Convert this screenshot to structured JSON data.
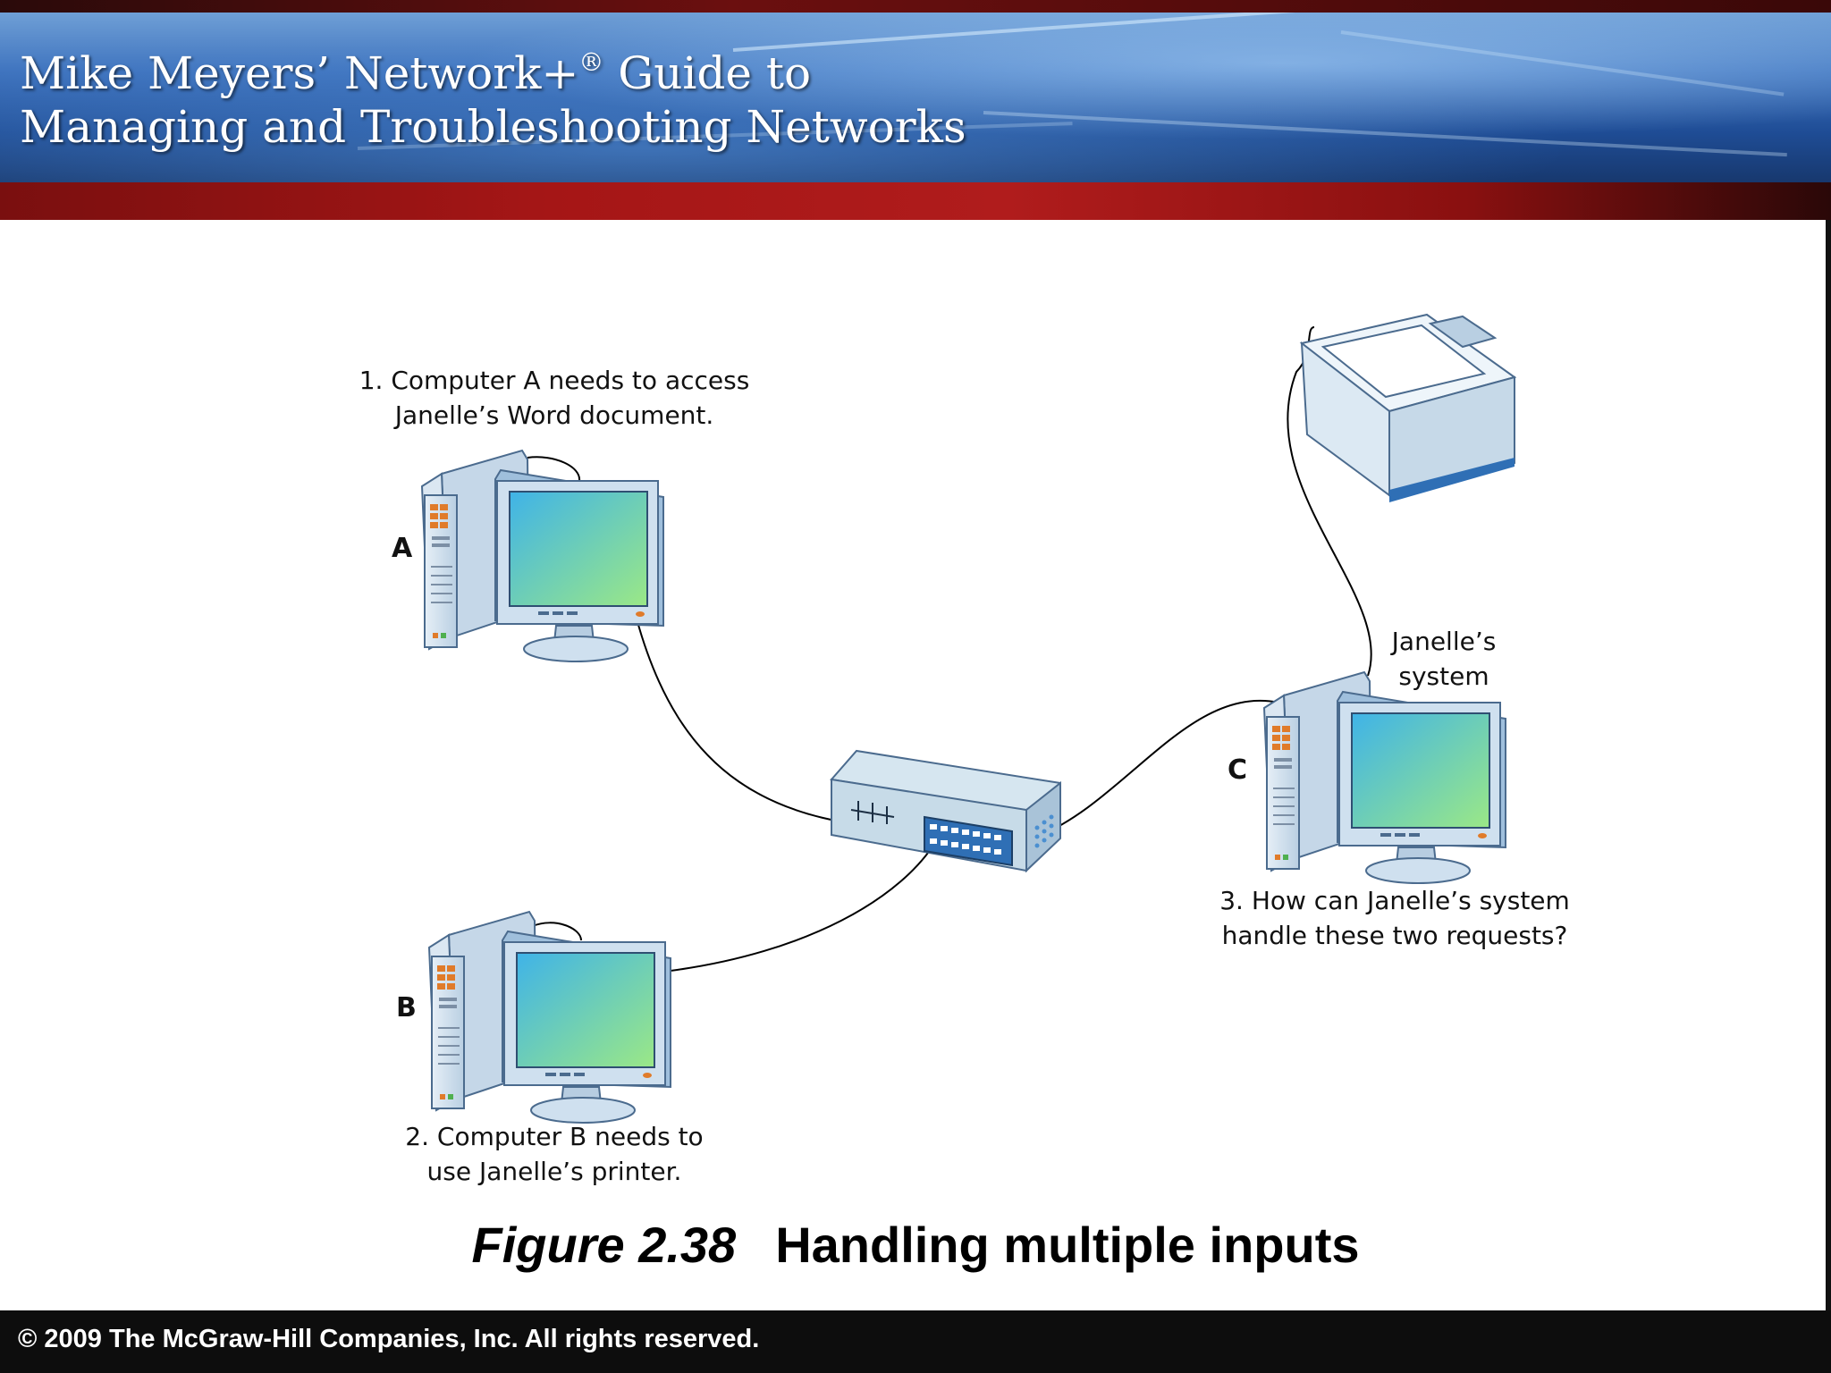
{
  "header": {
    "title_line1_a": "Mike Meyers’ Network+",
    "title_line1_sup": "®",
    "title_line1_b": " Guide to",
    "title_line2": "Managing and Troubleshooting Networks"
  },
  "diagram": {
    "label_step1_line1": "1. Computer A needs to access",
    "label_step1_line2": "Janelle’s Word document.",
    "label_step2_line1": "2. Computer B needs to",
    "label_step2_line2": "use Janelle’s printer.",
    "label_step3_line1": "3. How can Janelle’s system",
    "label_step3_line2": "handle these two requests?",
    "label_janelle_line1": "Janelle’s",
    "label_janelle_line2": "system",
    "computer_a": "A",
    "computer_b": "B",
    "computer_c": "C"
  },
  "caption": {
    "figure_number": "Figure 2.38",
    "figure_title": "Handling multiple inputs"
  },
  "footer": {
    "copyright": "© 2009 The McGraw-Hill Companies, Inc. All rights reserved."
  },
  "colors": {
    "screen_start": "#3fb3e8",
    "screen_end": "#9be886",
    "device_body": "#d8e6f2",
    "device_outline": "#4b6b8e",
    "cable": "#000000"
  }
}
